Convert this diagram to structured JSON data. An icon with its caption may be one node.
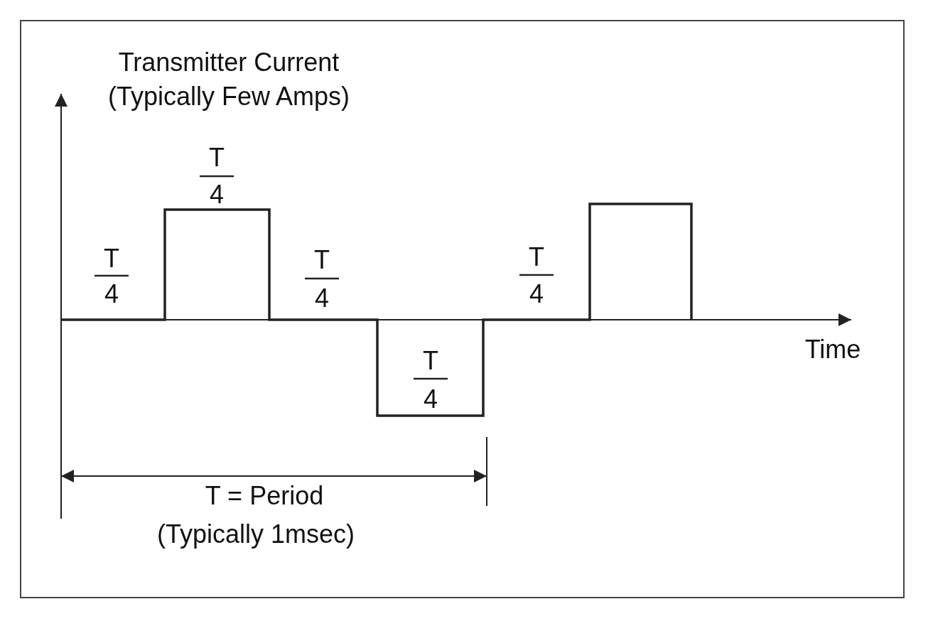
{
  "diagram": {
    "labels": [
      "Transmitter Current",
      "(Typically Few Amps)",
      "T",
      "4",
      "T",
      "4",
      "T",
      "4",
      "T",
      "4",
      "T",
      "4",
      "Time",
      "T = Period",
      "(Typically 1msec)"
    ]
  }
}
